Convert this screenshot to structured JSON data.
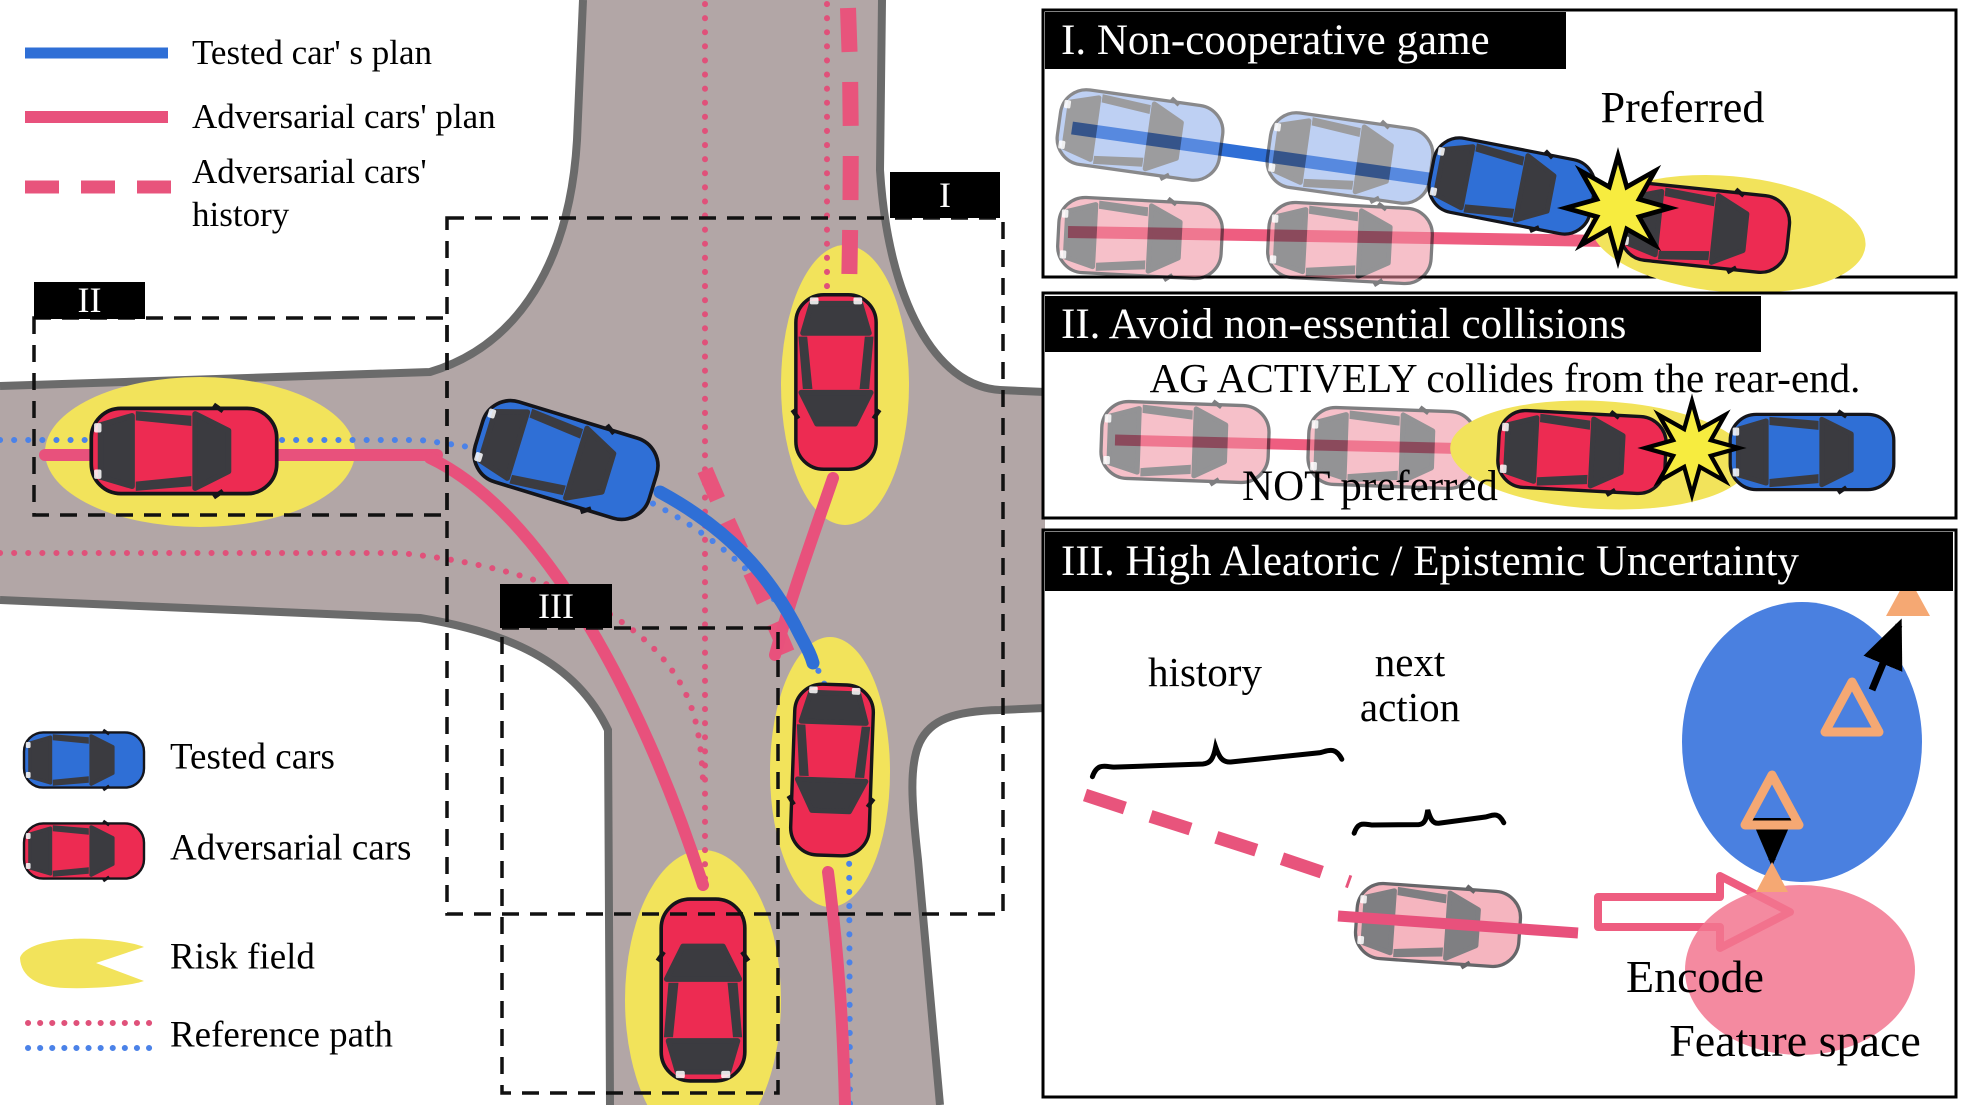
{
  "legend_top": {
    "tested_plan": "Tested car' s plan",
    "adv_plan": "Adversarial cars' plan",
    "adv_history_line1": "Adversarial cars'",
    "adv_history_line2": "history"
  },
  "legend_bottom": {
    "tested_cars": "Tested cars",
    "adversarial_cars": "Adversarial cars",
    "risk_field": "Risk field",
    "reference_path": "Reference path"
  },
  "map": {
    "region1": "I",
    "region2": "II",
    "region3": "III"
  },
  "panels": {
    "p1": {
      "title": "I. Non-cooperative game",
      "preferred": "Preferred"
    },
    "p2": {
      "title": "II. Avoid non-essential collisions",
      "caption": "AG ACTIVELY collides from the rear-end.",
      "not_preferred": "NOT preferred"
    },
    "p3": {
      "title": "III. High Aleatoric / Epistemic Uncertainty",
      "history": "history",
      "next_line1": "next",
      "next_line2": "action",
      "encode": "Encode",
      "feature_space": "Feature space"
    }
  },
  "colors": {
    "road": "#b2a6a6",
    "road_border": "#6b6b6b",
    "risk_field": "#f2e35b",
    "adversarial_car": "#ed2b52",
    "tested_car": "#2f6fd6",
    "adv_plan_line": "#e8517c",
    "tested_plan_line": "#2f6fd6",
    "adv_reference_dotted": "#e0517a",
    "tested_reference_dotted": "#4b82e8",
    "ghost_blue": "#7fa3e8",
    "ghost_pink": "#f08e9e",
    "collision_star": "#f7ec3f",
    "feature_blue": "#4a80e0",
    "feature_pink": "#f2768f",
    "sample_orange": "#f5a873",
    "header_bg": "#000000",
    "header_text": "#ffffff"
  }
}
